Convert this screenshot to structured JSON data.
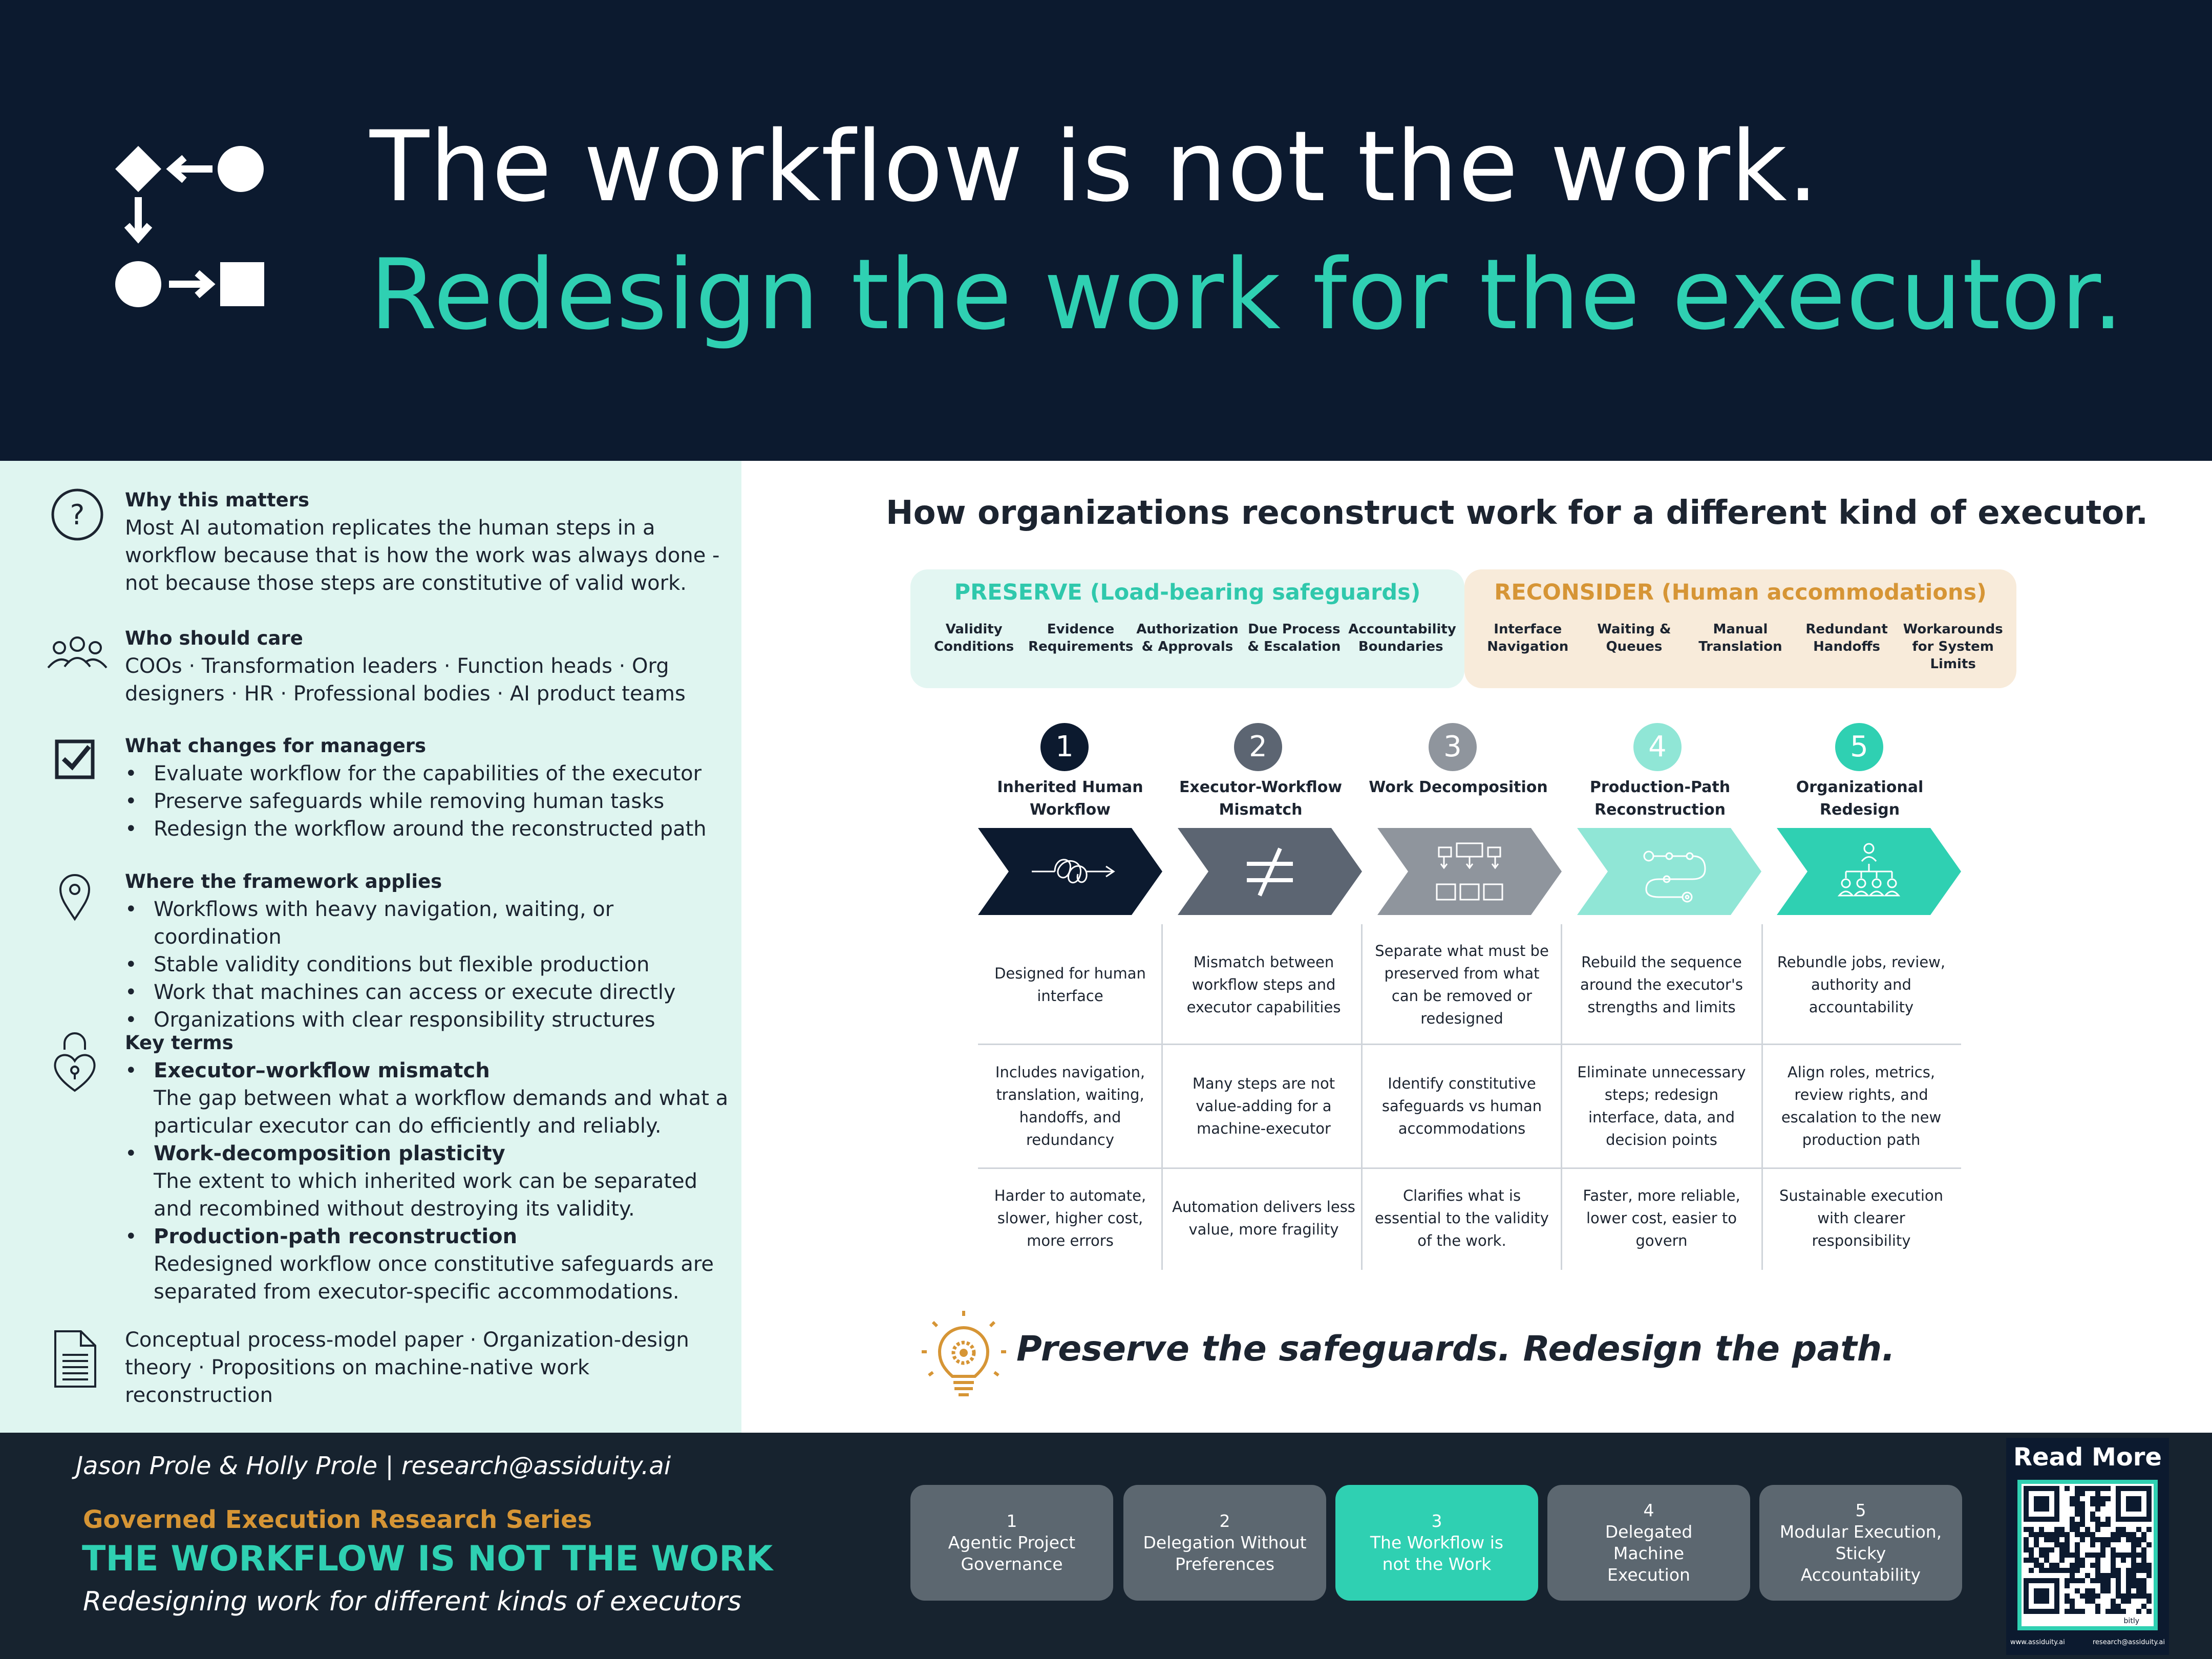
{
  "header": {
    "title_line1": "The workflow is not the work.",
    "title_line2": "Redesign the work for the executor."
  },
  "sidebar": {
    "why": {
      "title": "Why this matters",
      "text": "Most AI automation replicates the human steps in a workflow because that is how the work was always done - not because those steps are constitutive of valid work."
    },
    "who": {
      "title": "Who should care",
      "text": "COOs · Transformation leaders · Function heads · Org designers · HR · Professional bodies · AI product teams"
    },
    "managers": {
      "title": "What changes for managers",
      "items": [
        "Evaluate workflow for the capabilities of the executor",
        "Preserve safeguards while removing human tasks",
        "Redesign the workflow around the reconstructed path"
      ]
    },
    "where": {
      "title": "Where the framework applies",
      "items": [
        "Workflows with heavy navigation, waiting, or coordination",
        "Stable validity conditions but flexible production",
        "Work that machines can access or execute directly",
        "Organizations with clear responsibility structures"
      ]
    },
    "terms": {
      "title": "Key terms",
      "items": [
        {
          "name": "Executor–workflow mismatch",
          "def": "The gap between what a workflow demands and what a particular executor can do efficiently and reliably."
        },
        {
          "name": "Work-decomposition plasticity",
          "def": "The extent to which inherited work can be separated and recombined without destroying its validity."
        },
        {
          "name": "Production-path reconstruction",
          "def": "Redesigned workflow once constitutive safeguards are separated from executor-specific accommodations."
        }
      ]
    },
    "paper": {
      "text": "Conceptual process-model paper · Organization-design theory · Propositions on machine-native work reconstruction"
    }
  },
  "main": {
    "title": "How organizations reconstruct work for a different kind of executor.",
    "preserve": {
      "title": "PRESERVE (Load-bearing safeguards)",
      "items": [
        "Validity Conditions",
        "Evidence Requirements",
        "Authorization & Approvals",
        "Due Process & Escalation",
        "Accountability Boundaries"
      ]
    },
    "reconsider": {
      "title": "RECONSIDER (Human accommodations)",
      "items": [
        "Interface Navigation",
        "Waiting & Queues",
        "Manual Translation",
        "Redundant Handoffs",
        "Workarounds for System Limits"
      ]
    },
    "steps": [
      {
        "num": "1",
        "label": "Inherited Human Workflow",
        "color": "#0c1a2f",
        "icon": "tangle-icon",
        "rows": [
          "Designed for human interface",
          "Includes navigation, translation, waiting, handoffs, and redundancy",
          "Harder to automate, slower, higher cost, more errors"
        ]
      },
      {
        "num": "2",
        "label": "Executor-Workflow Mismatch",
        "color": "#5c6572",
        "icon": "not-equal-icon",
        "rows": [
          "Mismatch between workflow steps and executor capabilities",
          "Many steps are not value-adding for a machine-executor",
          "Automation delivers less value, more fragility"
        ]
      },
      {
        "num": "3",
        "label": "Work Decomposition",
        "color": "#8f959d",
        "icon": "decomposition-icon",
        "rows": [
          "Separate what must be preserved from what can be removed or redesigned",
          "Identify constitutive safeguards vs human accommodations",
          "Clarifies what is essential to the validity of the work."
        ]
      },
      {
        "num": "4",
        "label": "Production-Path Reconstruction",
        "color": "#90e6d6",
        "icon": "path-icon",
        "rows": [
          "Rebuild the sequence around the executor's strengths and limits",
          "Eliminate unnecessary steps; redesign interface, data, and decision points",
          "Faster, more reliable, lower cost, easier to govern"
        ]
      },
      {
        "num": "5",
        "label": "Organizational Redesign",
        "color": "#2fd0b2",
        "icon": "org-chart-icon",
        "rows": [
          "Rebundle jobs, review, authority and accountability",
          "Align roles, metrics, review rights, and escalation to the new production path",
          "Sustainable execution with clearer responsibility"
        ]
      }
    ],
    "tagline": "Preserve the safeguards. Redesign the path."
  },
  "footer": {
    "authors": "Jason Prole & Holly Prole | research@assiduity.ai",
    "series": "Governed Execution Research Series",
    "paper_title": "THE WORKFLOW IS NOT THE WORK",
    "paper_subtitle": "Redesigning work for different kinds of executors",
    "series_cards": [
      {
        "num": "1",
        "label": "Agentic Project Governance",
        "active": false
      },
      {
        "num": "2",
        "label": "Delegation Without Preferences",
        "active": false
      },
      {
        "num": "3",
        "label": "The Workflow is not the Work",
        "active": true
      },
      {
        "num": "4",
        "label": "Delegated Machine Execution",
        "active": false
      },
      {
        "num": "5",
        "label": "Modular Execution, Sticky Accountability",
        "active": false
      }
    ],
    "read_more": "Read More",
    "qr_brand": "bitly",
    "website": "www.assiduity.ai",
    "email": "research@assiduity.ai"
  },
  "colors": {
    "navy": "#0c1a2f",
    "teal": "#2fd0b2",
    "amber": "#d69535",
    "mint_panel": "#dff5f0"
  }
}
